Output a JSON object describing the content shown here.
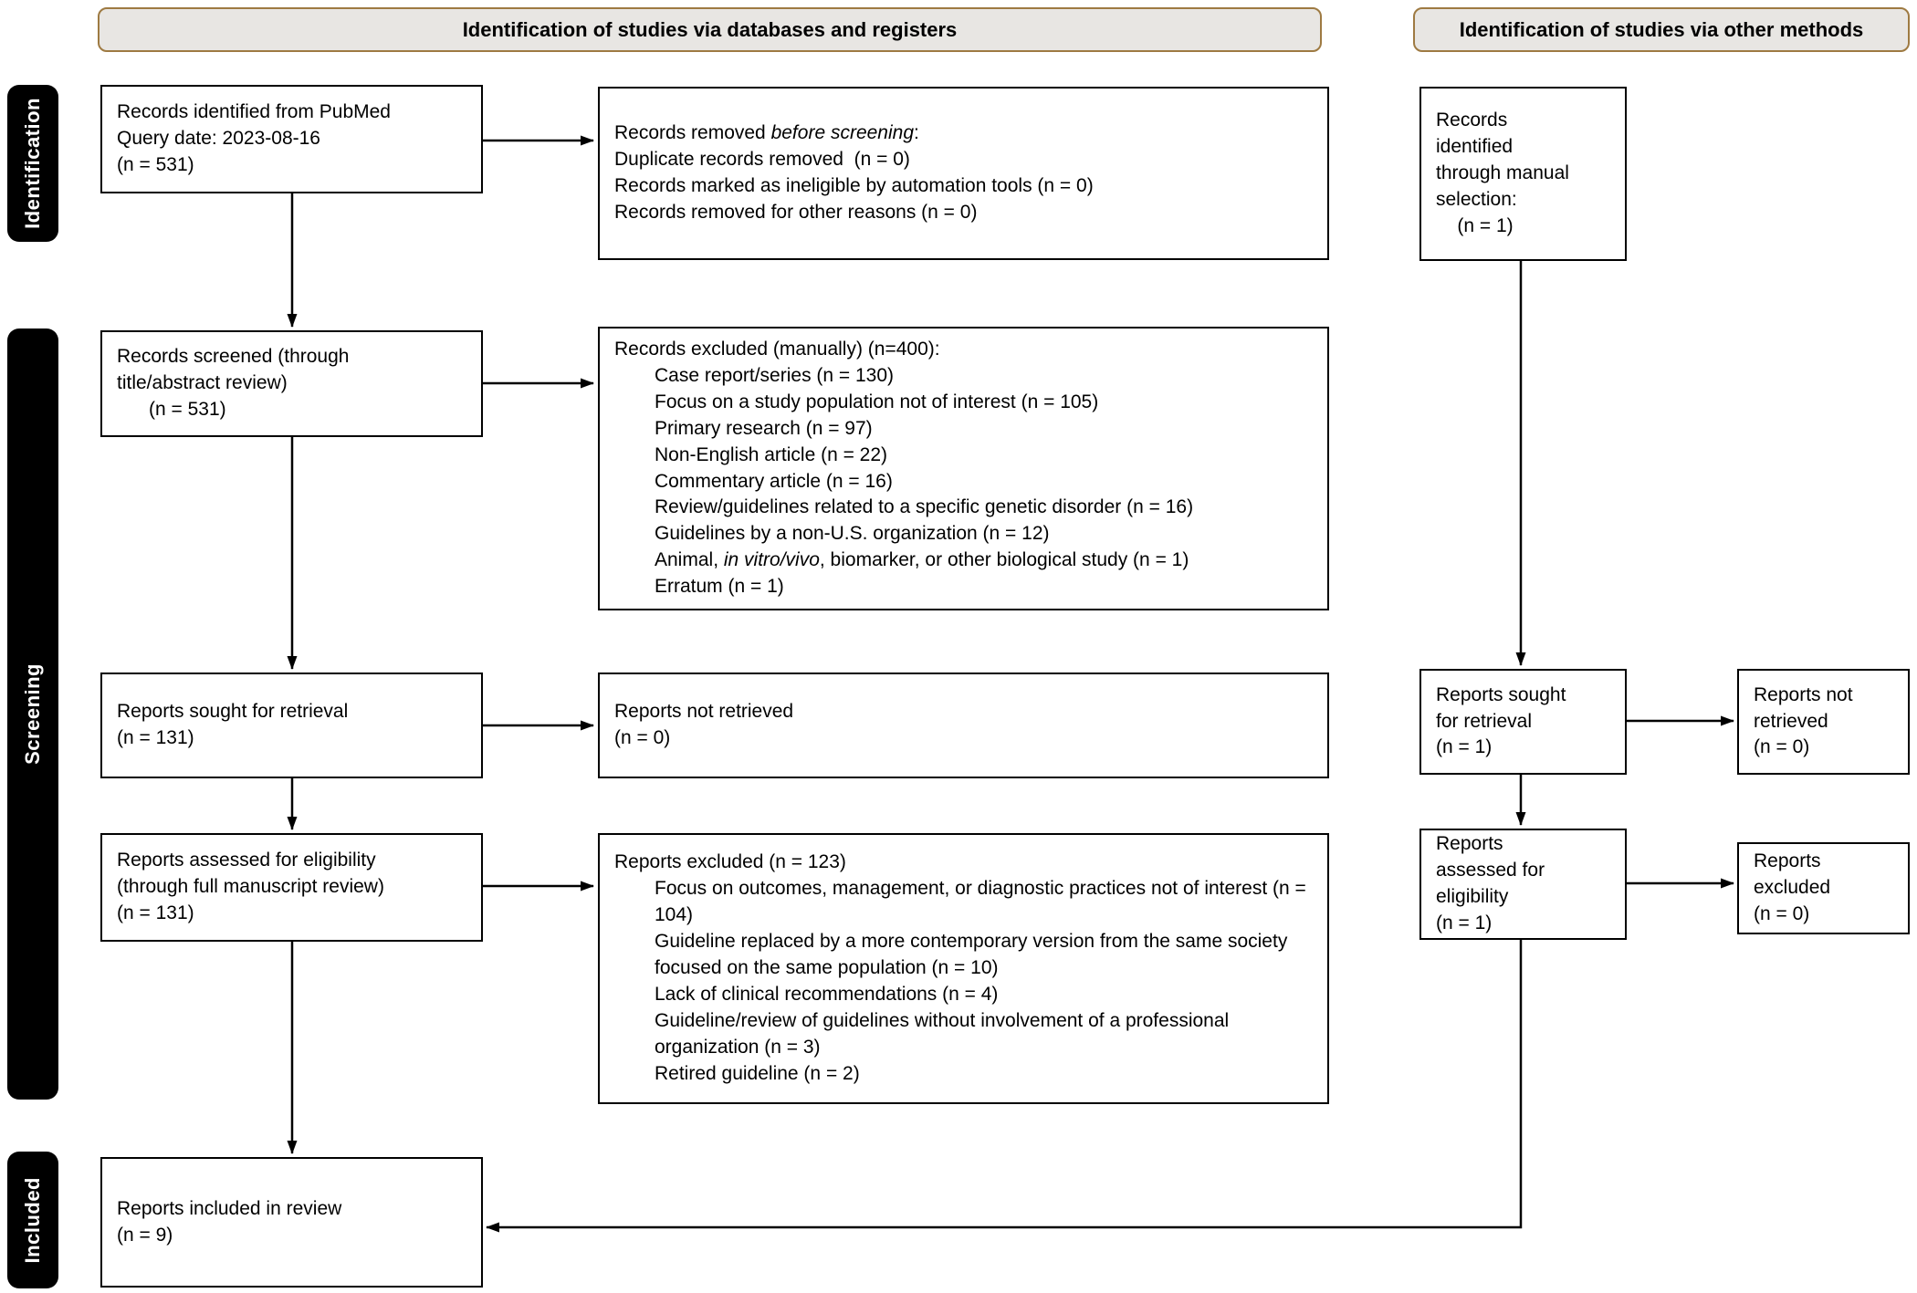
{
  "headers": {
    "databases": "Identification of studies via databases and registers",
    "other_methods": "Identification of studies via other methods"
  },
  "stages": {
    "identification": "Identification",
    "screening": "Screening",
    "included": "Included"
  },
  "database_flow": {
    "records_identified": {
      "text": "Records identified from PubMed\nQuery date: 2023-08-16\n(n = 531)"
    },
    "records_removed": {
      "title_pre": "Records removed ",
      "title_italic": "before screening",
      "title_post": ":",
      "items": [
        "Duplicate records removed  (n = 0)",
        "Records marked as ineligible by automation tools (n = 0)",
        "Records removed for other reasons (n = 0)"
      ]
    },
    "records_screened": {
      "text": "Records screened (through\ntitle/abstract review)\n      (n = 531)"
    },
    "records_excluded": {
      "title": "Records excluded (manually) (n=400):",
      "items": [
        "Case report/series (n = 130)",
        "Focus on a study population not of interest (n = 105)",
        "Primary research (n = 97)",
        "Non-English article (n = 22)",
        "Commentary article (n = 16)",
        "Review/guidelines related to a specific genetic disorder (n = 16)",
        "Guidelines by a non-U.S. organization (n = 12)"
      ],
      "animal_item_pre": "Animal, ",
      "animal_item_italic": "in vitro/vivo",
      "animal_item_post": ", biomarker, or other biological study (n = 1)",
      "erratum_item": "Erratum (n = 1)"
    },
    "reports_sought": {
      "text": "Reports sought for retrieval\n(n = 131)"
    },
    "reports_not_retrieved": {
      "text": "Reports not retrieved\n(n = 0)"
    },
    "reports_assessed": {
      "text": "Reports assessed for eligibility\n(through full manuscript review)\n(n = 131)"
    },
    "reports_excluded": {
      "title": "Reports excluded (n = 123)",
      "items": [
        "Focus on outcomes, management, or diagnostic practices not of interest (n = 104)",
        "Guideline replaced by a more contemporary version from the same society focused on the same population (n = 10)",
        "Lack of clinical recommendations (n = 4)",
        "Guideline/review of guidelines without involvement of a professional organization (n = 3)",
        "Retired guideline (n = 2)"
      ]
    },
    "reports_included": {
      "text": "Reports included in review\n(n = 9)"
    }
  },
  "other_flow": {
    "records_identified_manual": {
      "text": "Records\nidentified\nthrough manual\nselection:\n    (n = 1)"
    },
    "reports_sought": {
      "text": "Reports sought\nfor retrieval\n(n = 1)"
    },
    "reports_not_retrieved": {
      "text": "Reports not\nretrieved\n(n = 0)"
    },
    "reports_assessed": {
      "text": "Reports\nassessed for\neligibility\n(n = 1)"
    },
    "reports_excluded": {
      "text": "Reports\nexcluded\n(n = 0)"
    }
  },
  "colors": {
    "header_border": "#9e7a42",
    "header_fill": "#e8e6e3",
    "stage_tab_fill": "#000000",
    "box_border": "#000000",
    "arrow": "#000000",
    "background": "#ffffff"
  }
}
